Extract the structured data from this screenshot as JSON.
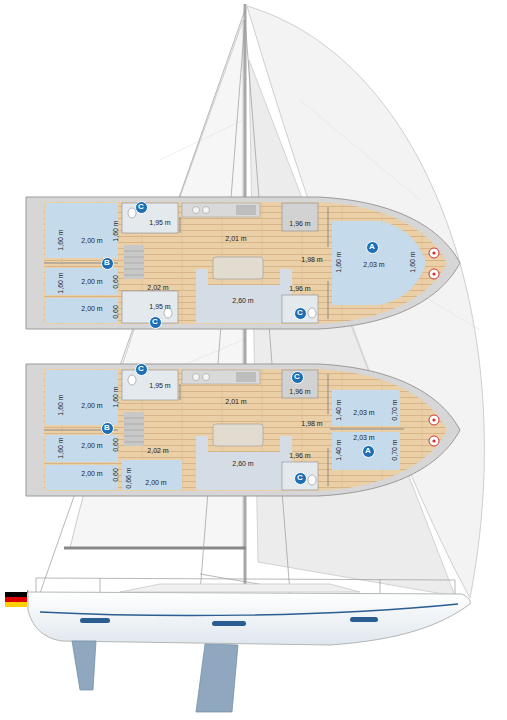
{
  "diagram": {
    "nodes": [
      {
        "text": [
          "C"
        ]
      },
      {
        "text": [
          "A"
        ]
      },
      {
        "text": [
          "B"
        ]
      },
      {
        "text": [
          "C"
        ]
      },
      {
        "text": [
          "C"
        ]
      },
      {
        "text": [
          "C"
        ]
      },
      {
        "text": [
          "C"
        ]
      },
      {
        "text": [
          "B"
        ]
      },
      {
        "text": [
          "A"
        ]
      },
      {
        "text": [
          "C"
        ]
      }
    ],
    "labels": [
      "1,60 m",
      "2,00 m",
      "1,60 m",
      "1,95 m",
      "2,01 m",
      "1,96 m",
      "1,98 m",
      "1,60 m",
      "2,03 m",
      "1,60 m",
      "1,60 m",
      "2,00 m",
      "0,60",
      "2,00 m",
      "0,60",
      "2,02 m",
      "1,95 m",
      "2,60 m",
      "1,96 m",
      "1,60 m",
      "2,00 m",
      "1,60 m",
      "1,95 m",
      "2,01 m",
      "1,96 m",
      "1,98 m",
      "1,40 m",
      "2,03 m",
      "0,70 m",
      "1,40 m",
      "2,03 m",
      "0,70 m",
      "1,60 m",
      "2,00 m",
      "0,60",
      "2,00 m",
      "0,60",
      "2,02 m",
      "0,66 m",
      "2,00 m",
      "2,60 m",
      "1,96 m"
    ]
  }
}
